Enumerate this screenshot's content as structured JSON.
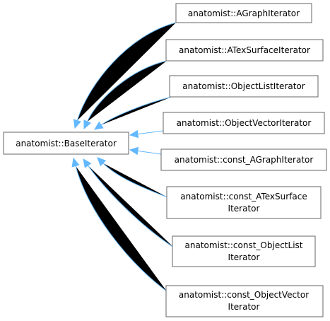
{
  "diagram": {
    "base": {
      "label": "anatomist::BaseIterator"
    },
    "derived": [
      {
        "lines": [
          "anatomist::AGraphIterator"
        ]
      },
      {
        "lines": [
          "anatomist::ATexSurfaceIterator"
        ]
      },
      {
        "lines": [
          "anatomist::ObjectListIterator"
        ]
      },
      {
        "lines": [
          "anatomist::ObjectVectorIterator"
        ]
      },
      {
        "lines": [
          "anatomist::const_AGraphIterator"
        ]
      },
      {
        "lines": [
          "anatomist::const_ATexSurface",
          "Iterator"
        ]
      },
      {
        "lines": [
          "anatomist::const_ObjectList",
          "Iterator"
        ]
      },
      {
        "lines": [
          "anatomist::const_ObjectVector",
          "Iterator"
        ]
      }
    ],
    "colors": {
      "edge": "#63b8ff",
      "node_border": "#666666",
      "background": "#ffffff"
    }
  }
}
